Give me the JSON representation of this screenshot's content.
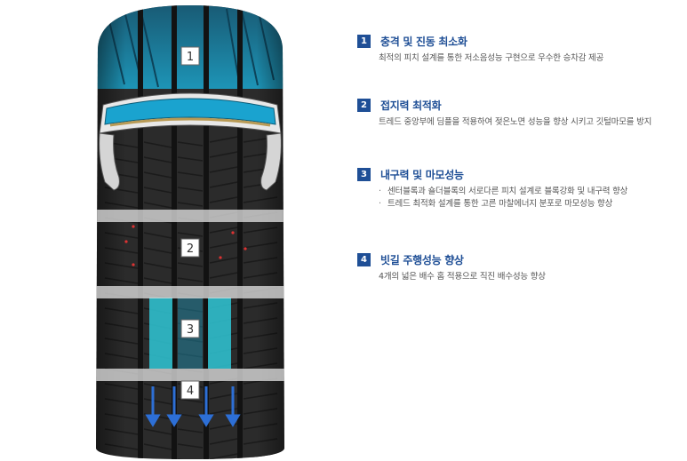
{
  "figure": {
    "colors": {
      "tread_dark": "#2b2b2b",
      "groove": "#121212",
      "highlight_blue": "#1aa3cf",
      "highlight_cyan": "#2fc7d6",
      "band_white": "#e6e6e6",
      "belt_gold": "#b89a55",
      "arrow_blue": "#2d6fd6"
    },
    "markers": [
      "1",
      "2",
      "3",
      "4"
    ]
  },
  "features": [
    {
      "number": "1",
      "title": "충격 및 진동 최소화",
      "lines": [
        "최적의 피치 설계를 통한 저소음성능 구현으로 우수한 승차감 제공"
      ]
    },
    {
      "number": "2",
      "title": "접지력 최적화",
      "lines": [
        "트레드 중앙부에 딤플을 적용하여 젖은노면 성능을 향상 시키고 깃털마모를 방지"
      ]
    },
    {
      "number": "3",
      "title": "내구력 및 마모성능",
      "bullet": "·",
      "lines": [
        "센터블록과 숄더블록의 서로다른 피치 설계로 블록강화 및 내구력 향상",
        "트레드 최적화 설계를 통한 고른 마찰에너지 분포로 마모성능 향상"
      ]
    },
    {
      "number": "4",
      "title": "빗길 주행성능 향상",
      "lines": [
        "4개의 넓은 배수 홈 적용으로 직진 배수성능 향상"
      ]
    }
  ]
}
